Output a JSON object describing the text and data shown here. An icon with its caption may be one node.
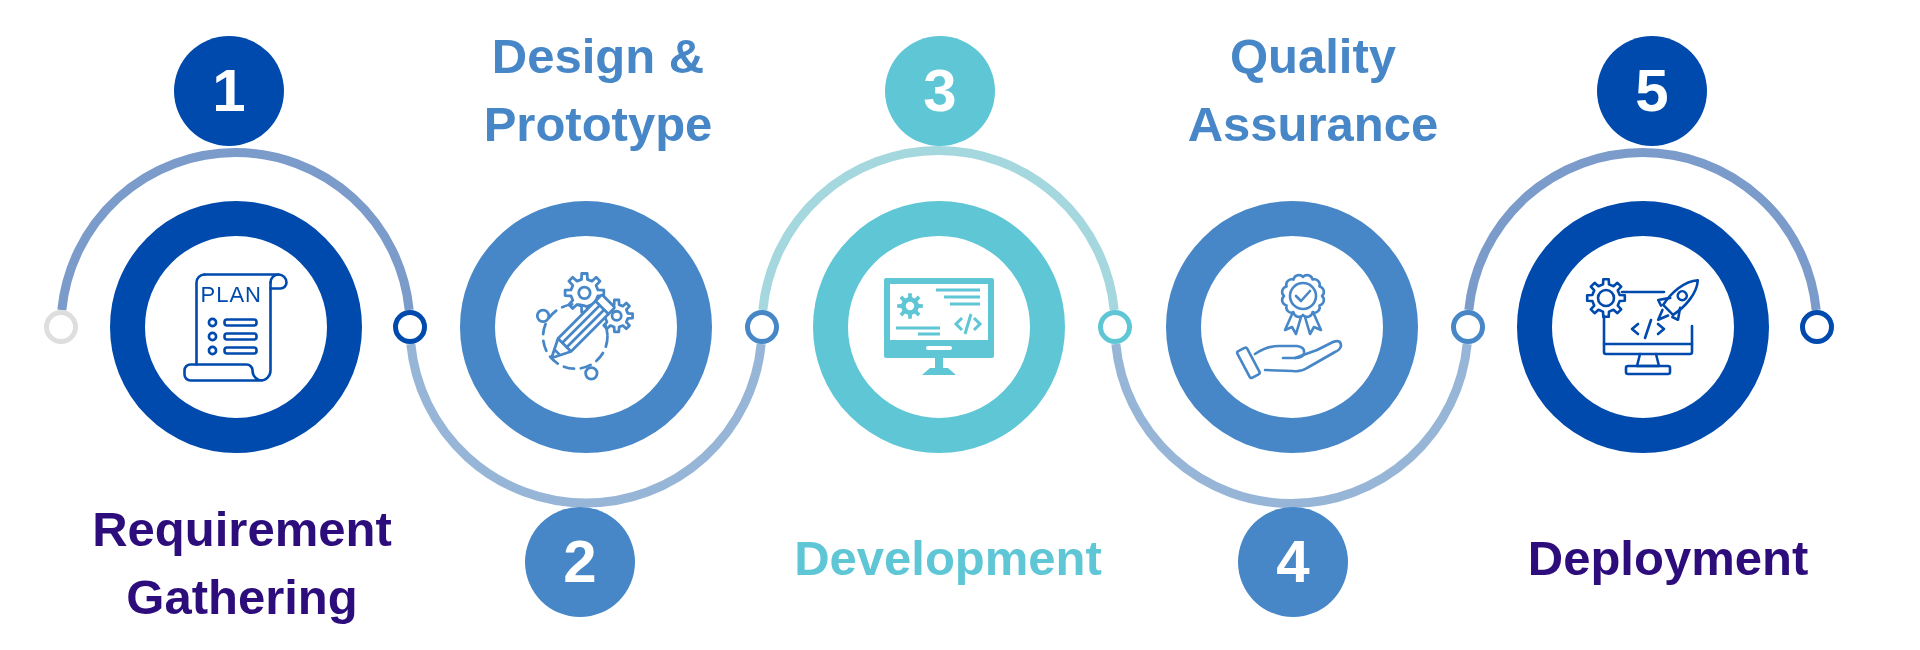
{
  "diagram": {
    "nodes": [
      {
        "text": [],
        "shape": "circle"
      },
      {
        "text": [
          "1"
        ]
      },
      {
        "text": [],
        "shape": "circle",
        "beside": [
          "Requirement Gathering"
        ]
      },
      {
        "text": [],
        "shape": "circle"
      },
      {
        "text": [],
        "shape": "circle",
        "beside": [
          "Design & Prototype"
        ]
      },
      {
        "text": [
          "2"
        ]
      },
      {
        "text": [],
        "shape": "circle"
      },
      {
        "text": [
          "3"
        ]
      },
      {
        "text": [],
        "shape": "circle",
        "beside": [
          "Development"
        ]
      },
      {
        "text": [],
        "shape": "circle"
      },
      {
        "text": [],
        "shape": "circle",
        "beside": [
          "Quality Assurance"
        ]
      },
      {
        "text": [
          "4"
        ]
      },
      {
        "text": [],
        "shape": "circle"
      },
      {
        "text": [
          "5"
        ]
      },
      {
        "text": [],
        "shape": "circle",
        "beside": [
          "Deployment"
        ]
      },
      {
        "text": [],
        "shape": "circle"
      }
    ],
    "edges": [
      {
        "from": 0,
        "to": 3,
        "arrow": "none",
        "color": "#7b9bcb"
      },
      {
        "from": 3,
        "to": 6,
        "arrow": "none",
        "color": "#97b6d7"
      },
      {
        "from": 6,
        "to": 9,
        "arrow": "none",
        "color": "#a5d7df"
      },
      {
        "from": 9,
        "to": 12,
        "arrow": "none",
        "color": "#97b6d7"
      },
      {
        "from": 12,
        "to": 15,
        "arrow": "none",
        "color": "#7b9bcb"
      }
    ],
    "labels": [
      "PLAN"
    ]
  }
}
